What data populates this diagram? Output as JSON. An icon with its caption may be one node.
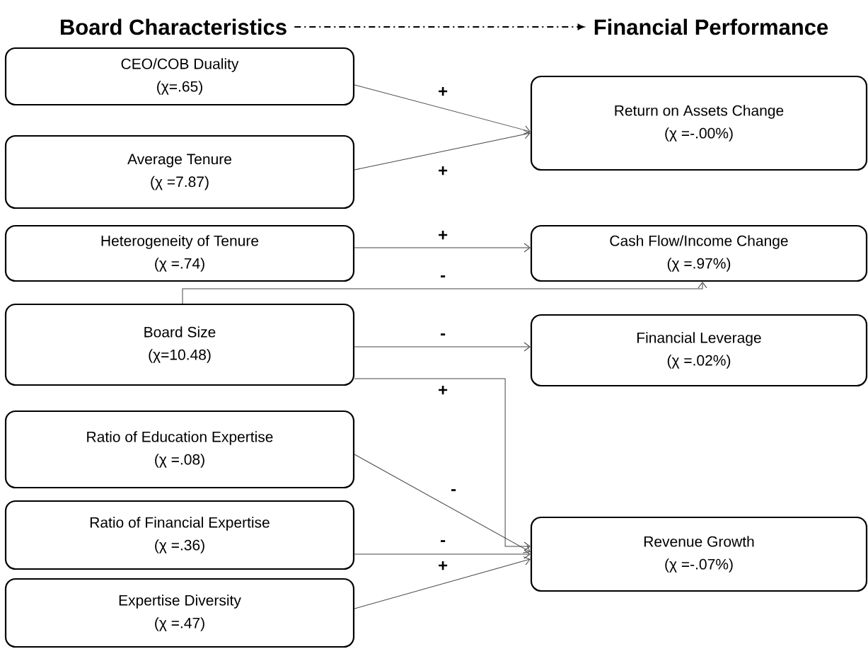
{
  "diagram": {
    "nodes": [
      {
        "text": [
          "Board Characteristics"
        ]
      },
      {
        "text": [
          "Financial Performance"
        ]
      },
      {
        "text": [
          "CEO/COB Duality",
          "(χ=.65)"
        ]
      },
      {
        "text": [
          "Average Tenure",
          "(χ =7.87)"
        ]
      },
      {
        "text": [
          "Heterogeneity of Tenure",
          "(χ =.74)"
        ]
      },
      {
        "text": [
          "Board Size",
          "(χ=10.48)"
        ]
      },
      {
        "text": [
          "Ratio of Education Expertise",
          "(χ =.08)"
        ]
      },
      {
        "text": [
          "Ratio of Financial Expertise",
          "(χ =.36)"
        ]
      },
      {
        "text": [
          "Expertise Diversity",
          "(χ =.47)"
        ]
      },
      {
        "text": [
          "Return on Assets Change",
          "(χ =-.00%)"
        ]
      },
      {
        "text": [
          "Cash Flow/Income Change",
          "(χ =.97%)"
        ]
      },
      {
        "text": [
          "Financial Leverage",
          "(χ =.02%)"
        ]
      },
      {
        "text": [
          "Revenue Growth",
          "(χ =-.07%)"
        ]
      }
    ],
    "edges": [
      {
        "from": 0,
        "to": 1,
        "arrow": "to",
        "style": "dashed"
      },
      {
        "from": 2,
        "to": 9,
        "arrow": "to",
        "label": "+"
      },
      {
        "from": 3,
        "to": 9,
        "arrow": "to",
        "label": "+"
      },
      {
        "from": 4,
        "to": 10,
        "arrow": "to",
        "label": "+"
      },
      {
        "from": 5,
        "to": 10,
        "arrow": "to",
        "label": "-"
      },
      {
        "from": 5,
        "to": 11,
        "arrow": "to",
        "label": "-"
      },
      {
        "from": 5,
        "to": 12,
        "arrow": "to",
        "label": "+"
      },
      {
        "from": 6,
        "to": 12,
        "arrow": "to",
        "label": "-"
      },
      {
        "from": 7,
        "to": 12,
        "arrow": "to",
        "label": "-"
      },
      {
        "from": 8,
        "to": 12,
        "arrow": "to",
        "label": "+"
      }
    ]
  }
}
